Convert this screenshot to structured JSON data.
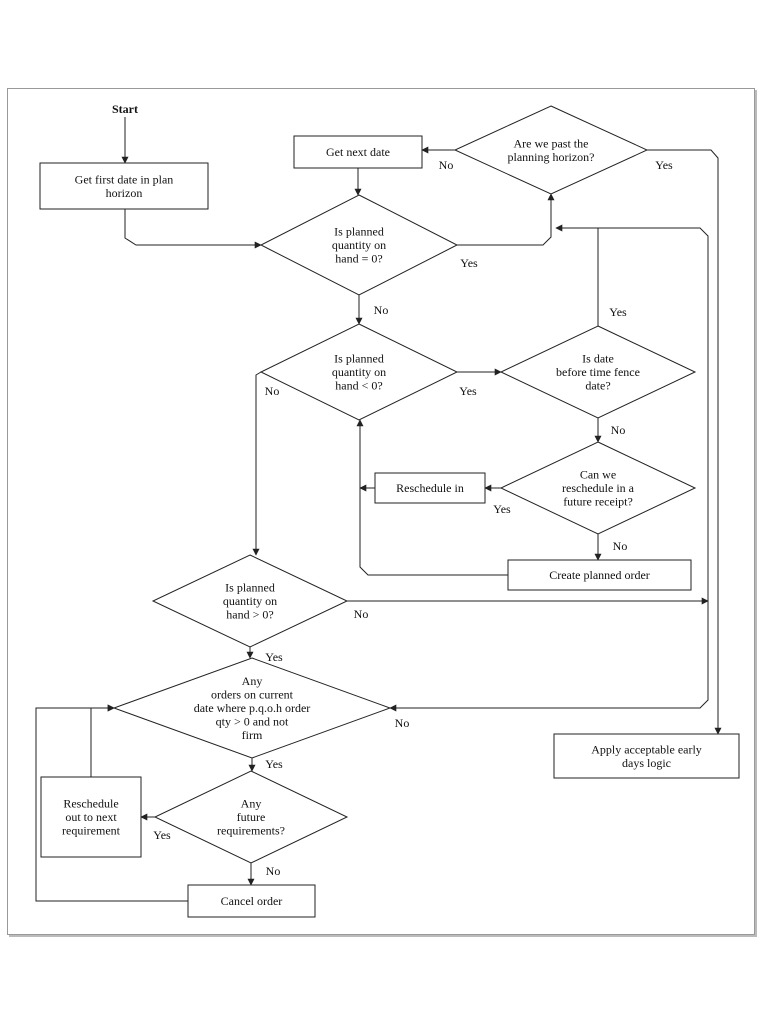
{
  "start_label": "Start",
  "nodes": {
    "get_first_date": [
      "Get first date in plan",
      "horizon"
    ],
    "get_next_date": [
      "Get next date"
    ],
    "past_horizon": [
      "Are we past the",
      "planning horizon?"
    ],
    "pqoh_eq_0": [
      "Is planned",
      "quantity on",
      "hand = 0?"
    ],
    "pqoh_lt_0": [
      "Is planned",
      "quantity on",
      "hand < 0?"
    ],
    "before_fence": [
      "Is date",
      "before time fence",
      "date?"
    ],
    "can_reschedule": [
      "Can we",
      "reschedule in a",
      "future receipt?"
    ],
    "reschedule_in": [
      "Reschedule in"
    ],
    "create_order": [
      "Create planned order"
    ],
    "pqoh_gt_0": [
      "Is planned",
      "quantity on",
      "hand > 0?"
    ],
    "any_orders": [
      "Any",
      "orders on current",
      "date where p.q.o.h order",
      "qty > 0 and not",
      "firm"
    ],
    "apply_early": [
      "Apply acceptable early",
      "days logic"
    ],
    "reschedule_out": [
      "Reschedule",
      "out to next",
      "requirement"
    ],
    "any_future": [
      "Any",
      "future",
      "requirements?"
    ],
    "cancel_order": [
      "Cancel order"
    ]
  },
  "edge_labels": {
    "past_no": "No",
    "past_yes": "Yes",
    "eq0_yes": "Yes",
    "eq0_no": "No",
    "lt0_no": "No",
    "lt0_yes": "Yes",
    "fence_yes": "Yes",
    "fence_no": "No",
    "resched_yes": "Yes",
    "resched_no": "No",
    "gt0_no": "No",
    "gt0_yes": "Yes",
    "orders_no": "No",
    "orders_yes": "Yes",
    "future_yes": "Yes",
    "future_no": "No"
  }
}
